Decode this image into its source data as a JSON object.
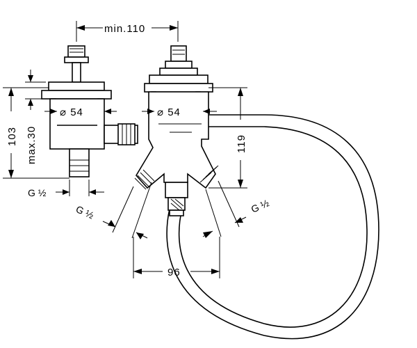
{
  "diagram": {
    "dimensions": {
      "top_width": "min.110",
      "left_diameter": "⌀ 54",
      "right_diameter": "⌀ 54",
      "total_height_left": "103",
      "max_height_left": "max.30",
      "right_height": "119",
      "outlet_spacing": "96",
      "thread_left": "G ½",
      "thread_bottom_left": "G ½",
      "thread_bottom_right": "G ½"
    },
    "colors": {
      "line": "#000000",
      "background": "#ffffff"
    }
  }
}
